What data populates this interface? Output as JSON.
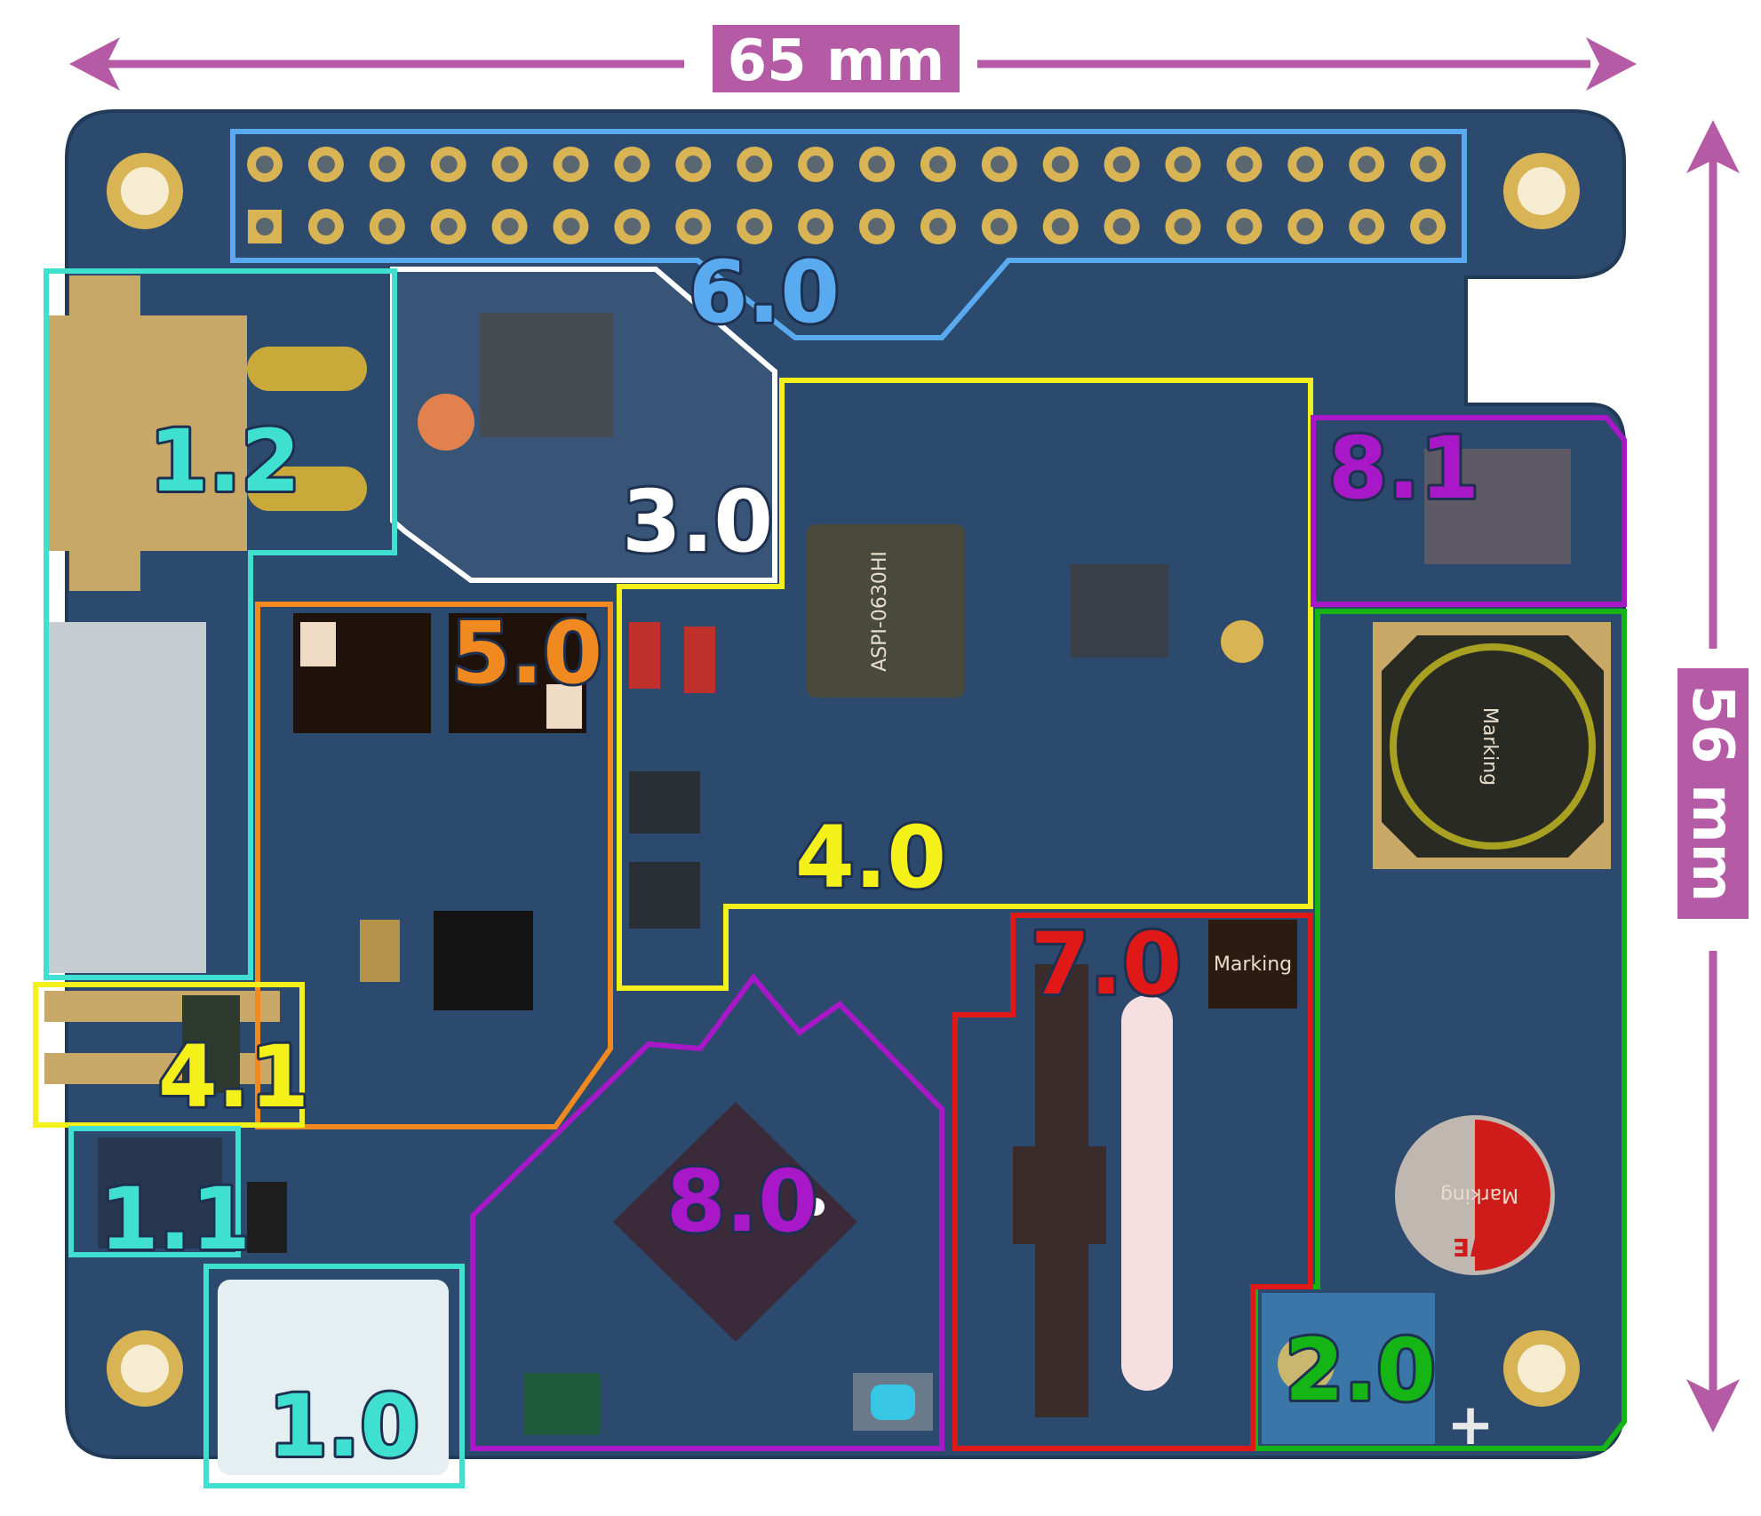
{
  "width_label": "65 mm",
  "height_label": "56 mm",
  "colors": {
    "dimension": "#b55aa5",
    "board": "#2c4a6e",
    "board_dark": "#243d5c",
    "gold": "#d8b455"
  },
  "regions": [
    {
      "id": "1.0",
      "label": "1.0",
      "color": "#3fe0d0"
    },
    {
      "id": "1.1",
      "label": "1.1",
      "color": "#3fe0d0"
    },
    {
      "id": "1.2",
      "label": "1.2",
      "color": "#3fe0d0"
    },
    {
      "id": "2.0",
      "label": "2.0",
      "color": "#15b515"
    },
    {
      "id": "3.0",
      "label": "3.0",
      "color": "#ffffff"
    },
    {
      "id": "4.0",
      "label": "4.0",
      "color": "#f4f01a"
    },
    {
      "id": "4.1",
      "label": "4.1",
      "color": "#f4f01a"
    },
    {
      "id": "5.0",
      "label": "5.0",
      "color": "#f08a20"
    },
    {
      "id": "6.0",
      "label": "6.0",
      "color": "#5aaaf0"
    },
    {
      "id": "7.0",
      "label": "7.0",
      "color": "#e01818"
    },
    {
      "id": "8.0",
      "label": "8.0",
      "color": "#a818c8"
    },
    {
      "id": "8.1",
      "label": "8.1",
      "color": "#a818c8"
    }
  ],
  "component_markings": {
    "inductor": "ASPI-0630HI",
    "round_inductor": "Marking",
    "chip_7": "Marking",
    "buzzer": "Marking",
    "buzzer_logo": "WE",
    "plus_sign": "+"
  }
}
